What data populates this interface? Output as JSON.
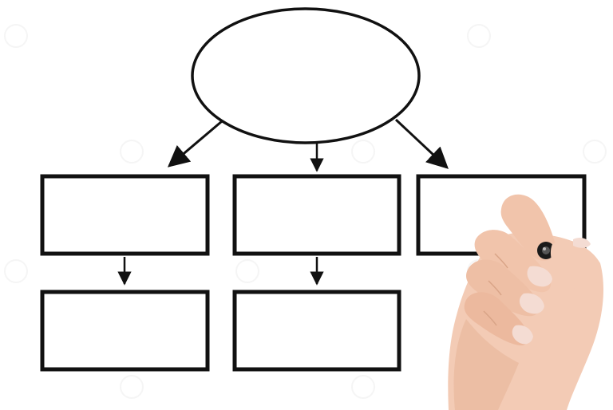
{
  "diagram": {
    "root": {
      "shape": "ellipse",
      "label": ""
    },
    "level1": [
      {
        "id": "box-left",
        "label": ""
      },
      {
        "id": "box-middle",
        "label": ""
      },
      {
        "id": "box-right",
        "label": ""
      }
    ],
    "level2": [
      {
        "id": "box-bottom-left",
        "label": ""
      },
      {
        "id": "box-bottom-middle",
        "label": ""
      }
    ],
    "colors": {
      "stroke": "#111111",
      "background": "#ffffff",
      "skin": "#f3cbb5",
      "skin_shadow": "#e0aa8e",
      "nail": "#f4dcd3",
      "marker": "#1a1a1a",
      "watermark": "#ececec"
    }
  },
  "hand_icon": "hand-holding-marker-icon"
}
